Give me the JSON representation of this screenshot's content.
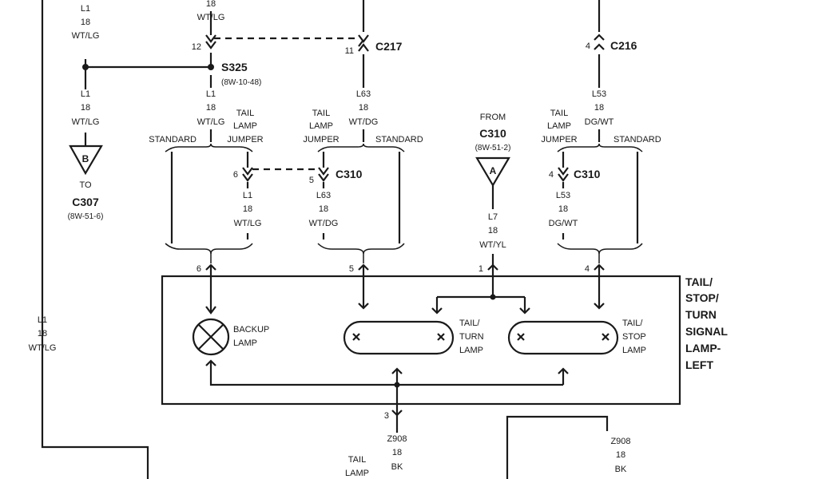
{
  "wires": {
    "w_top_left": [
      "L1",
      "18",
      "WT/LG"
    ],
    "w_top_mid": [
      "18",
      "WT/LG"
    ],
    "w_left_mid": [
      "L1",
      "18",
      "WT/LG"
    ],
    "w_s325_down": [
      "L1",
      "18",
      "WT/LG"
    ],
    "w_l63_top": [
      "L63",
      "18",
      "WT/DG"
    ],
    "w_l53_top": [
      "L53",
      "18",
      "DG/WT"
    ],
    "w_l1_jumper": [
      "L1",
      "18",
      "WT/LG"
    ],
    "w_l63_jumper": [
      "L63",
      "18",
      "WT/DG"
    ],
    "w_l7": [
      "L7",
      "18",
      "WT/YL"
    ],
    "w_l53_jumper": [
      "L53",
      "18",
      "DG/WT"
    ],
    "w_far_left": [
      "L1",
      "18",
      "WT/LG"
    ],
    "w_z908_mid": [
      "Z908",
      "18",
      "BK"
    ],
    "w_z908_right": [
      "Z908",
      "18",
      "BK"
    ]
  },
  "connectors": {
    "c217": "C217",
    "c216": "C216",
    "s325": "S325",
    "s325_ref": "(8W-10-48)",
    "c310_a": "C310",
    "c310_b": "C310",
    "c307": "C307",
    "c307_ref": "(8W-51-6)",
    "c310_from": "C310",
    "c310_from_ref": "(8W-51-2)"
  },
  "pins": {
    "p12": "12",
    "p11": "11",
    "p4_top": "4",
    "p6_mid": "6",
    "p5_mid": "5",
    "p4_mid": "4",
    "p6_box": "6",
    "p5_box": "5",
    "p1_box": "1",
    "p4_box": "4",
    "p3_bottom": "3"
  },
  "labels": {
    "to": "TO",
    "from": "FROM",
    "marker_b": "B",
    "marker_a": "A",
    "standard": "STANDARD",
    "tail": "TAIL",
    "lamp": "LAMP",
    "jumper": "JUMPER",
    "backup_1": "BACKUP",
    "backup_2": "LAMP",
    "tt_1": "TAIL/",
    "tt_2": "TURN",
    "tt_3": "LAMP",
    "ts_1": "TAIL/",
    "ts_2": "STOP",
    "ts_3": "LAMP",
    "bottom_tail": "TAIL",
    "bottom_lamp": "LAMP"
  },
  "component_title": [
    "TAIL/",
    "STOP/",
    "TURN",
    "SIGNAL",
    "LAMP-",
    "LEFT"
  ]
}
